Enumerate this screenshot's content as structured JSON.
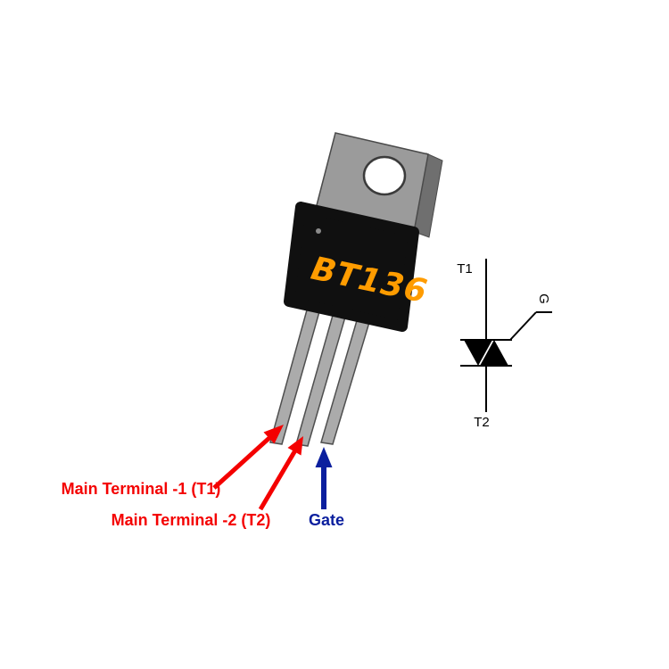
{
  "component": {
    "part_number": "BT136"
  },
  "pin_labels": {
    "t1": "Main Terminal -1 (T1)",
    "t2": "Main Terminal -2 (T2)",
    "gate": "Gate"
  },
  "symbol": {
    "t1": "T1",
    "t2": "T2",
    "gate": "G"
  },
  "colors": {
    "label_red": "#f40000",
    "label_blue": "#0b1f9e",
    "part_number_orange": "#ff9c00",
    "body_black": "#101010",
    "tab_gray": "#9b9b9b",
    "background": "#ffffff"
  }
}
